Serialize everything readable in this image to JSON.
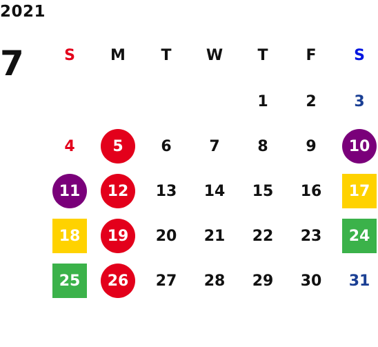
{
  "header": {
    "year": "2021",
    "month": "7"
  },
  "colors": {
    "sunday_text": "#e3001b",
    "saturday_text": "#0015e0",
    "saturday_date_text": "#1a3f94",
    "weekday_text": "#111111",
    "red_highlight": "#e3001b",
    "purple_highlight": "#7a007a",
    "yellow_highlight": "#ffd200",
    "green_highlight": "#3bb24a"
  },
  "weekdays": [
    "S",
    "M",
    "T",
    "W",
    "T",
    "F",
    "S"
  ],
  "weeks": [
    [
      {
        "label": "",
        "style": "none"
      },
      {
        "label": "",
        "style": "none"
      },
      {
        "label": "",
        "style": "none"
      },
      {
        "label": "",
        "style": "none"
      },
      {
        "label": "1",
        "style": "plain"
      },
      {
        "label": "2",
        "style": "plain"
      },
      {
        "label": "3",
        "style": "saturday"
      }
    ],
    [
      {
        "label": "4",
        "style": "sunday"
      },
      {
        "label": "5",
        "style": "red-circle"
      },
      {
        "label": "6",
        "style": "plain"
      },
      {
        "label": "7",
        "style": "plain"
      },
      {
        "label": "8",
        "style": "plain"
      },
      {
        "label": "9",
        "style": "plain"
      },
      {
        "label": "10",
        "style": "purple-circle"
      }
    ],
    [
      {
        "label": "11",
        "style": "purple-circle"
      },
      {
        "label": "12",
        "style": "red-circle"
      },
      {
        "label": "13",
        "style": "plain"
      },
      {
        "label": "14",
        "style": "plain"
      },
      {
        "label": "15",
        "style": "plain"
      },
      {
        "label": "16",
        "style": "plain"
      },
      {
        "label": "17",
        "style": "yellow-square"
      }
    ],
    [
      {
        "label": "18",
        "style": "yellow-square"
      },
      {
        "label": "19",
        "style": "red-circle"
      },
      {
        "label": "20",
        "style": "plain"
      },
      {
        "label": "21",
        "style": "plain"
      },
      {
        "label": "22",
        "style": "plain"
      },
      {
        "label": "23",
        "style": "plain"
      },
      {
        "label": "24",
        "style": "green-square"
      }
    ],
    [
      {
        "label": "25",
        "style": "green-square"
      },
      {
        "label": "26",
        "style": "red-circle"
      },
      {
        "label": "27",
        "style": "plain"
      },
      {
        "label": "28",
        "style": "plain"
      },
      {
        "label": "29",
        "style": "plain"
      },
      {
        "label": "30",
        "style": "plain"
      },
      {
        "label": "31",
        "style": "saturday"
      }
    ]
  ]
}
